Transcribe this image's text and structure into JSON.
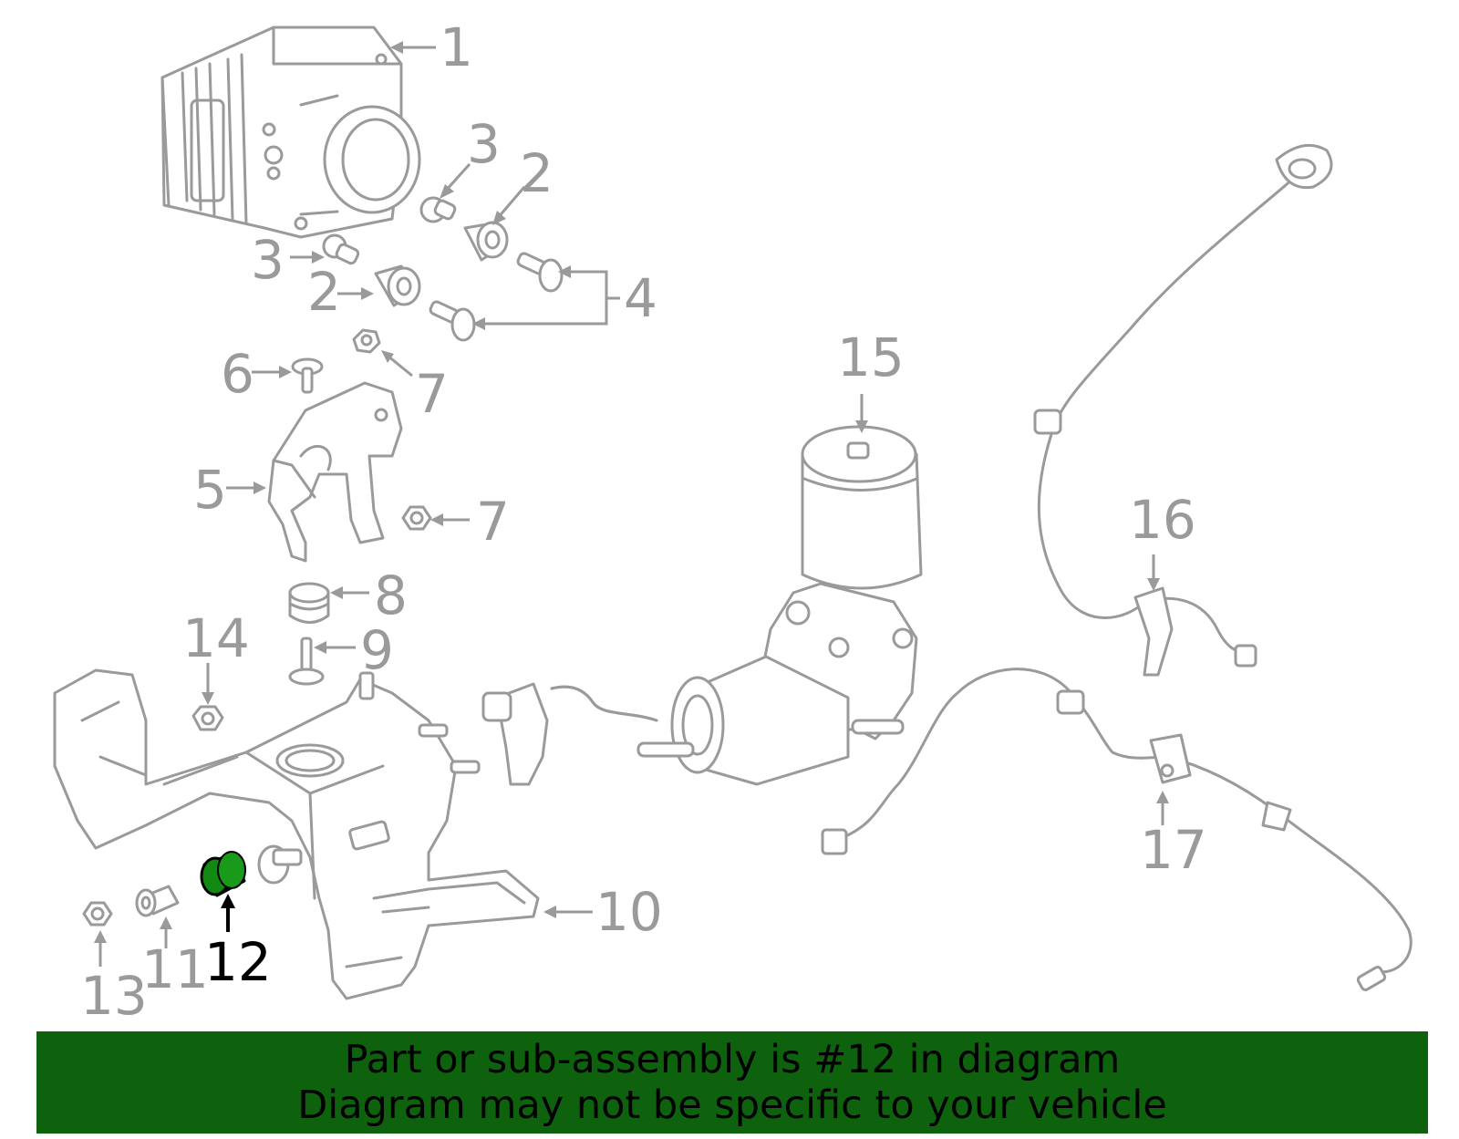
{
  "colors": {
    "line_art": "#9a9a9a",
    "highlight_part": "#128a12",
    "highlight_text": "#000000",
    "banner_bg": "#0e620e"
  },
  "callouts": {
    "c1": "1",
    "c2a": "2",
    "c2b": "2",
    "c3a": "3",
    "c3b": "3",
    "c4": "4",
    "c5": "5",
    "c6": "6",
    "c7a": "7",
    "c7b": "7",
    "c8": "8",
    "c9": "9",
    "c10": "10",
    "c11": "11",
    "c12": "12",
    "c13": "13",
    "c14": "14",
    "c15": "15",
    "c16": "16",
    "c17": "17"
  },
  "highlighted_part": "12",
  "banner": {
    "line1": "Part or sub-assembly is #12 in diagram",
    "line2": "Diagram may not be specific to your vehicle"
  }
}
